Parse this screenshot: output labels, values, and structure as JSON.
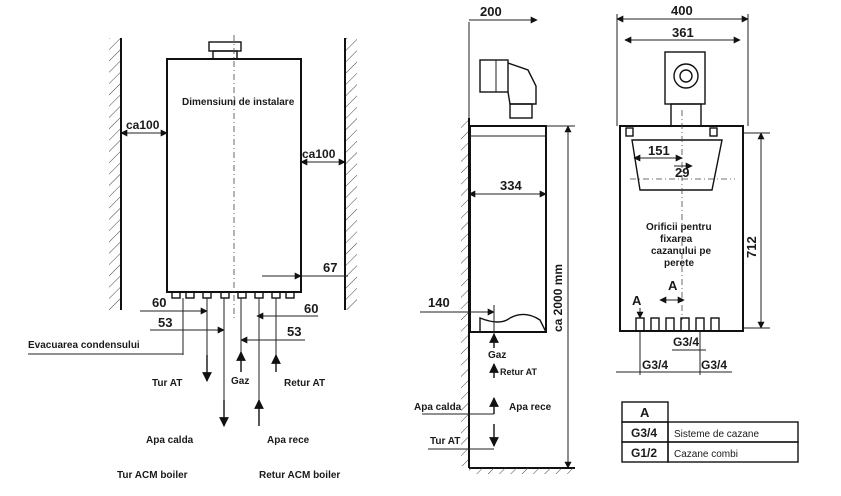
{
  "front_view": {
    "title": "Dimensiuni de instalare",
    "dim_left_clearance": "ca100",
    "dim_right_clearance": "ca100",
    "dim_right_67": "67",
    "dim_left_60": "60",
    "dim_left_53": "53",
    "dim_right_60": "60",
    "dim_right_53": "53",
    "label_condensate": "Evacuarea condensului",
    "label_tur_at": "Tur AT",
    "label_gaz": "Gaz",
    "label_retur_at": "Retur AT",
    "label_apa_calda": "Apa calda",
    "label_apa_rece": "Apa rece",
    "label_tur_acm": "Tur ACM boiler",
    "label_retur_acm": "Retur ACM boiler"
  },
  "side_view": {
    "dim_top_200": "200",
    "dim_depth_334": "334",
    "dim_bottom_140": "140",
    "dim_height": "ca 2000 mm",
    "label_gaz": "Gaz",
    "label_retur_at": "Retur AT",
    "label_apa_calda": "Apa calda",
    "label_apa_rece": "Apa rece",
    "label_tur_at": "Tur AT"
  },
  "rear_view": {
    "dim_width_400": "400",
    "dim_361": "361",
    "dim_151": "151",
    "dim_29": "29",
    "dim_height_712": "712",
    "label_mounting_line1": "Orificii pentru",
    "label_mounting_line2": "fixarea",
    "label_mounting_line3": "cazanului pe",
    "label_mounting_line4": "perete",
    "label_a_left": "A",
    "label_a_mid": "A",
    "label_g34_center": "G3/4",
    "label_g34_left": "G3/4",
    "label_g34_right": "G3/4"
  },
  "legend_table": {
    "header": "A",
    "rows": [
      {
        "code": "G3/4",
        "desc": "Sisteme de cazane"
      },
      {
        "code": "G1/2",
        "desc": "Cazane combi"
      }
    ]
  }
}
